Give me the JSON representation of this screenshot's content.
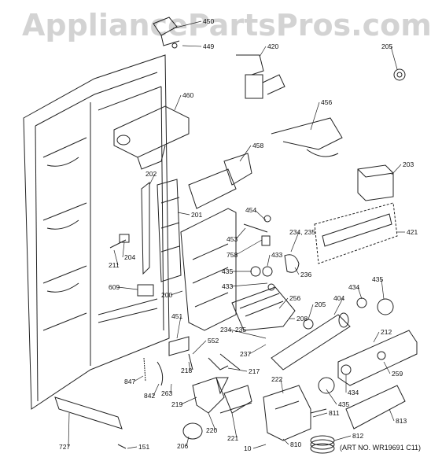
{
  "watermark": "AppliancePartsPros.com",
  "art_number": "(ART NO. WR19691 C11)",
  "part_labels": [
    "450",
    "449",
    "420",
    "205",
    "460",
    "456",
    "458",
    "203",
    "202",
    "201",
    "454",
    "453",
    "234, 235",
    "758",
    "433",
    "435",
    "433",
    "236",
    "421",
    "204",
    "211",
    "609",
    "200",
    "256",
    "205",
    "404",
    "434",
    "435",
    "208",
    "234, 235",
    "451",
    "552",
    "237",
    "212",
    "217",
    "218",
    "847",
    "842",
    "263",
    "219",
    "222",
    "435",
    "259",
    "434",
    "220",
    "221",
    "206",
    "811",
    "813",
    "727",
    "151",
    "10",
    "810",
    "812"
  ]
}
